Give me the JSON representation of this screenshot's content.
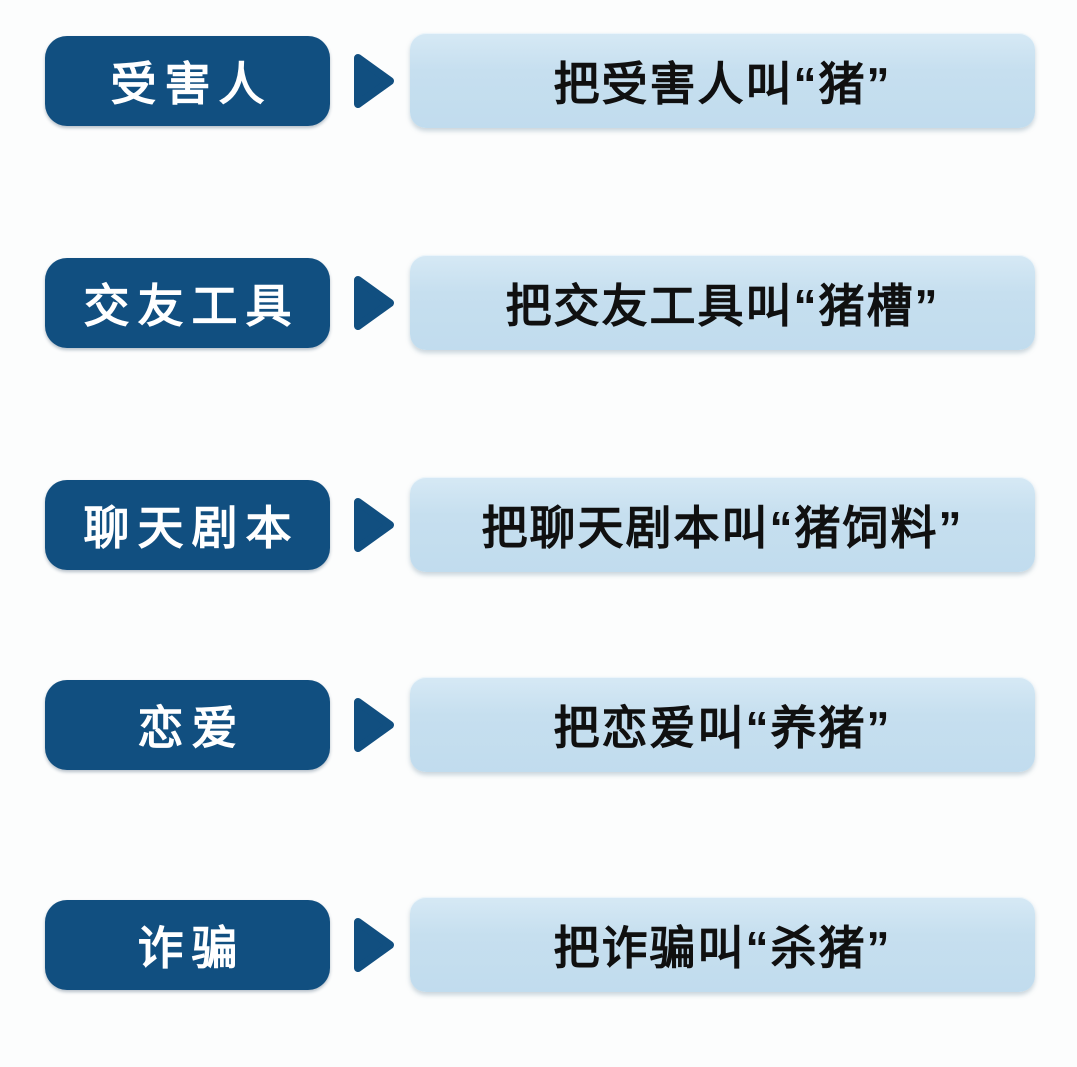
{
  "diagram": {
    "topic": "scam-terminology-flow",
    "colors": {
      "term_box_blue": "#114F80",
      "description_box_blue": "#C6DFEF",
      "term_text": "#FFFFFF",
      "description_text": "#101010",
      "background": "#FCFDFD"
    },
    "rows": [
      {
        "term": "受害人",
        "description": "把受害人叫“猪”"
      },
      {
        "term": "交友工具",
        "description": "把交友工具叫“猪槽”"
      },
      {
        "term": "聊天剧本",
        "description": "把聊天剧本叫“猪饲料”"
      },
      {
        "term": "恋爱",
        "description": "把恋爱叫“养猪”"
      },
      {
        "term": "诈骗",
        "description": "把诈骗叫“杀猪”"
      }
    ],
    "arrow": {
      "icon": "arrow-right-icon",
      "direction": "right"
    }
  }
}
